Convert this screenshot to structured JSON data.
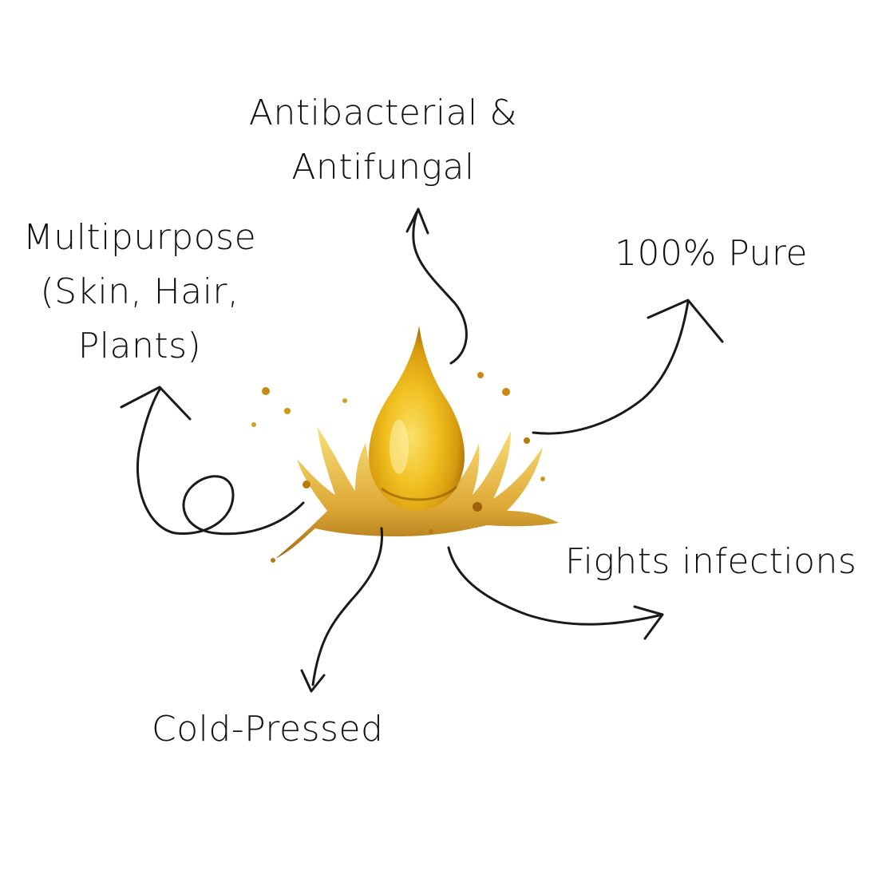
{
  "labels": {
    "antibacterial": {
      "line1": "Antibacterial &",
      "line2": "Antifungal"
    },
    "multipurpose": {
      "line1": "Multipurpose",
      "line2": "(Skin, Hair,",
      "line3": "Plants)"
    },
    "pure": "100% Pure",
    "fights": "Fights infections",
    "cold_pressed": "Cold-Pressed"
  },
  "colors": {
    "text": "#111111",
    "arrow": "#1a1a1a",
    "oil_light": "#f6d23a",
    "oil_mid": "#e0a814",
    "oil_dark": "#9c6406"
  },
  "icons": {
    "center": "oil-drop-splash-icon"
  }
}
